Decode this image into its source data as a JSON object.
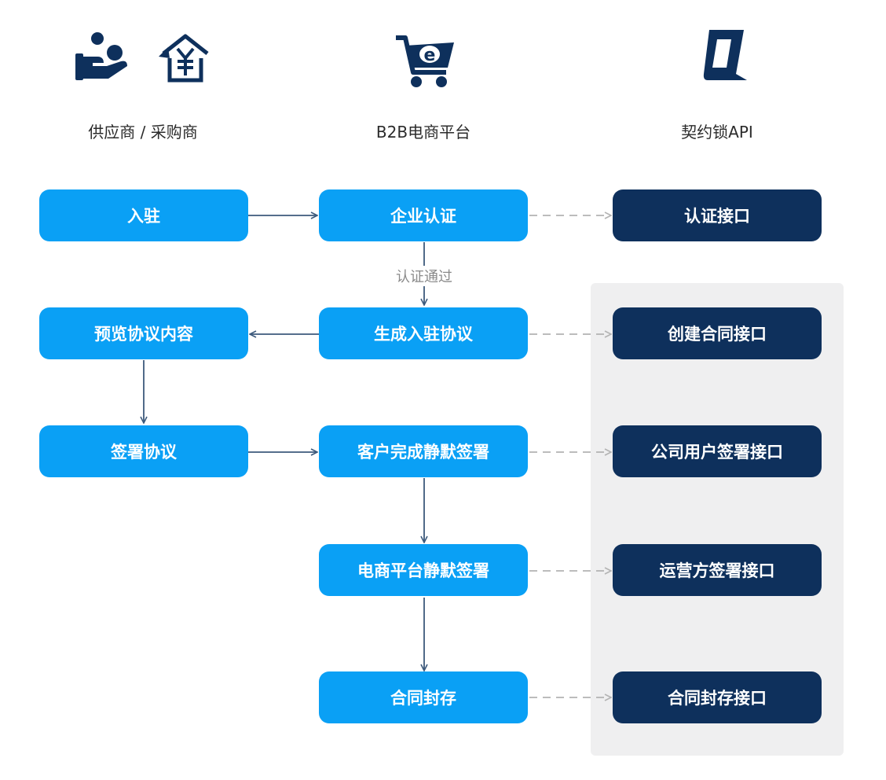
{
  "columns": {
    "left": "供应商 / 采购商",
    "middle": "B2B电商平台",
    "right": "契约锁API"
  },
  "icons": {
    "left_a": "person-hand-icon",
    "left_b": "house-yen-icon",
    "middle": "ecommerce-cart-icon",
    "right": "qiyuesuo-logo-icon"
  },
  "left_nodes": {
    "enter": "入驻",
    "preview": "预览协议内容",
    "sign": "签署协议"
  },
  "middle_nodes": {
    "auth": "企业认证",
    "generate": "生成入驻协议",
    "customer_sign": "客户完成静默签署",
    "platform_sign": "电商平台静默签署",
    "archive": "合同封存"
  },
  "edge_labels": {
    "auth_passed": "认证通过"
  },
  "api_nodes": {
    "auth": "认证接口",
    "create": "创建合同接口",
    "company_sign": "公司用户签署接口",
    "operator_sign": "运营方签署接口",
    "archive": "合同封存接口"
  },
  "colors": {
    "process_blue": "#0aa0f5",
    "api_navy": "#0e305c",
    "arrow_solid": "#3d5a7c",
    "arrow_dashed": "#b3b3b3",
    "panel_gray": "#efeff0"
  }
}
